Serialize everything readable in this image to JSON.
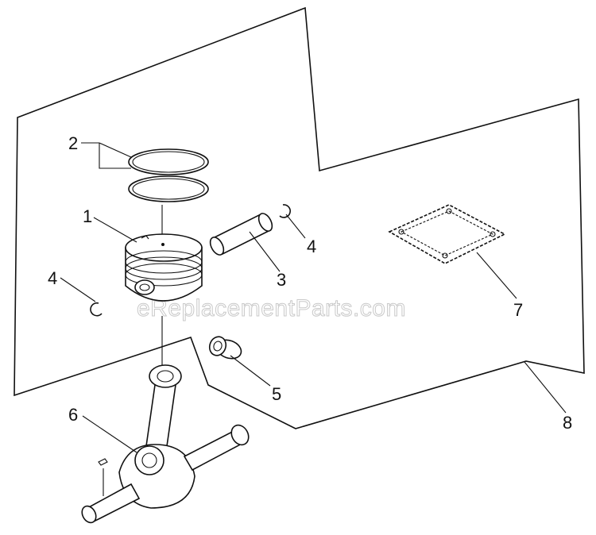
{
  "callouts": {
    "c1": "1",
    "c2": "2",
    "c3": "3",
    "c4a": "4",
    "c4b": "4",
    "c5": "5",
    "c6": "6",
    "c7": "7",
    "c8": "8"
  },
  "watermark": "eReplacementParts.com"
}
